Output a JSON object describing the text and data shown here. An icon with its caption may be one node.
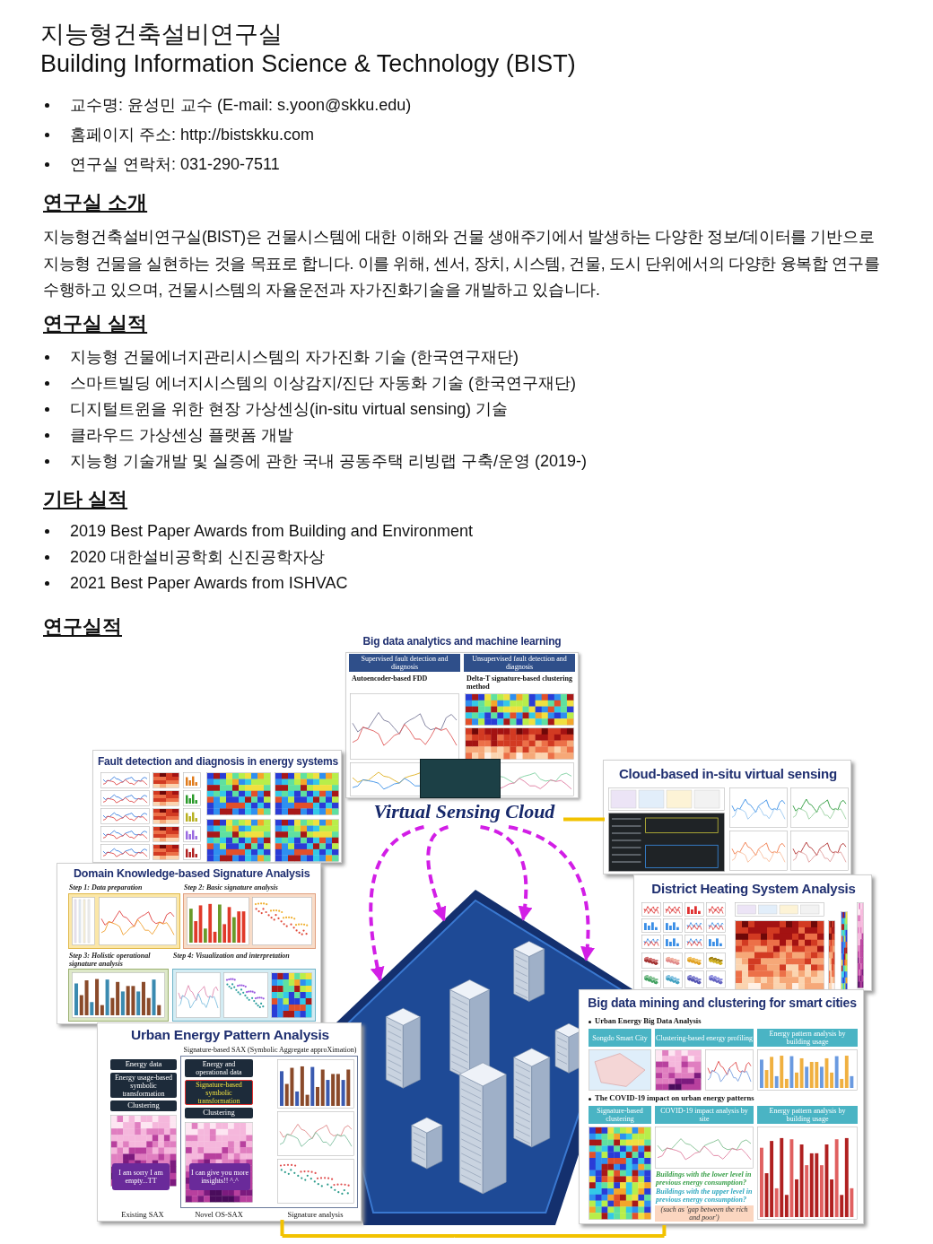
{
  "diagram": {
    "title": "지능형건축설비연구실",
    "nodes": [
      {
        "text": [
          "Big data analytics and machine learning",
          "Supervised fault detection and diagnosis",
          "Autoencoder-based FDD",
          "Unsupervised fault detection and diagnosis",
          "Delta-T signature-based clustering method"
        ]
      },
      {
        "text": [
          "Fault detection and diagnosis in energy systems"
        ]
      },
      {
        "text": [
          "Cloud-based in-situ virtual sensing"
        ]
      },
      {
        "text": [
          "Domain Knowledge-based Signature Analysis",
          "Step 1: Data preparation",
          "Step 2: Basic signature analysis",
          "Step 3: Holistic operational signature analysis",
          "Step 4: Visualization and interpretation"
        ]
      },
      {
        "text": [
          "District Heating System Analysis"
        ]
      },
      {
        "text": [
          "Big data mining and clustering for smart cities",
          "Urban Energy Big Data Analysis",
          "Songdo Smart City",
          "Clustering-based energy profiling",
          "Energy pattern analysis by building usage",
          "The COVID-19 impact on urban energy patterns",
          "Signature-based clustering",
          "COVID-19 impact analysis by site",
          "Energy pattern analysis by building usage",
          "Buildings with the lower level in previous energy consumption?",
          "Buildings with the upper level in previous energy consumption?",
          "(such as 'gap between the rich and poor')"
        ]
      },
      {
        "text": [
          "Urban Energy Pattern Analysis",
          "Signature-based SAX (Symbolic Aggregate approXimation)",
          "Energy data",
          "Energy usage-based symbolic transformation",
          "Clustering",
          "Energy and operational data",
          "Signature-based symbolic transformation",
          "Clustering",
          "I am sorry I am empty...TT",
          "I can give you more insights!! ^.^",
          "Existing SAX",
          "Novel OS-SAX",
          "Signature analysis"
        ]
      },
      {
        "text": [
          "Virtual Sensing Cloud"
        ]
      },
      {
        "text": [],
        "shape": "picture"
      }
    ],
    "edges": [
      {
        "from": 7,
        "to": 8,
        "arrow": "to",
        "style": "dashed",
        "color": "#d21ee6"
      },
      {
        "from": 7,
        "to": 8,
        "arrow": "to",
        "style": "dashed",
        "color": "#d21ee6"
      },
      {
        "from": 7,
        "to": 8,
        "arrow": "to",
        "style": "dashed",
        "color": "#d21ee6"
      },
      {
        "from": 7,
        "to": 8,
        "arrow": "to",
        "style": "dashed",
        "color": "#d21ee6"
      },
      {
        "from": 7,
        "to": 2,
        "arrow": "none",
        "style": "dashed",
        "color": "#f2c200"
      },
      {
        "from": 6,
        "to": 5,
        "arrow": "none",
        "style": "dashed",
        "color": "#f2c200"
      }
    ],
    "labels": [
      "Building Information Science & Technology (BIST)",
      "교수명: 윤성민 교수 (E-mail: s.yoon@skku.edu)",
      "홈페이지 주소: http://bistskku.com",
      "연구실 연락처: 031-290-7511",
      "연구실 소개",
      "지능형건축설비연구실(BIST)은 건물시스템에 대한 이해와 건물 생애주기에서 발생하는 다양한 정보/데이터를 기반으로 지능형 건물을 실현하는 것을 목표로 합니다. 이를 위해, 센서, 장치, 시스템, 건물, 도시 단위에서의 다양한 융복합 연구를 수행하고 있으며, 건물시스템의 자율운전과 자가진화기술을 개발하고 있습니다.",
      "연구실 실적",
      "지능형 건물에너지관리시스템의 자가진화 기술 (한국연구재단)",
      "스마트빌딩 에너지시스템의 이상감지/진단 자동화 기술 (한국연구재단)",
      "디지털트윈을 위한 현장 가상센싱(in-situ virtual sensing) 기술",
      "클라우드 가상센싱 플랫폼 개발",
      "지능형 기술개발 및 실증에 관한 국내 공동주택 리빙랩 구축/운영 (2019-)",
      "기타 실적",
      "2019 Best Paper Awards from Building and Environment",
      "2020 대한설비공학회 신진공학자상",
      "2021 Best Paper Awards from ISHVAC",
      "연구실적"
    ]
  }
}
